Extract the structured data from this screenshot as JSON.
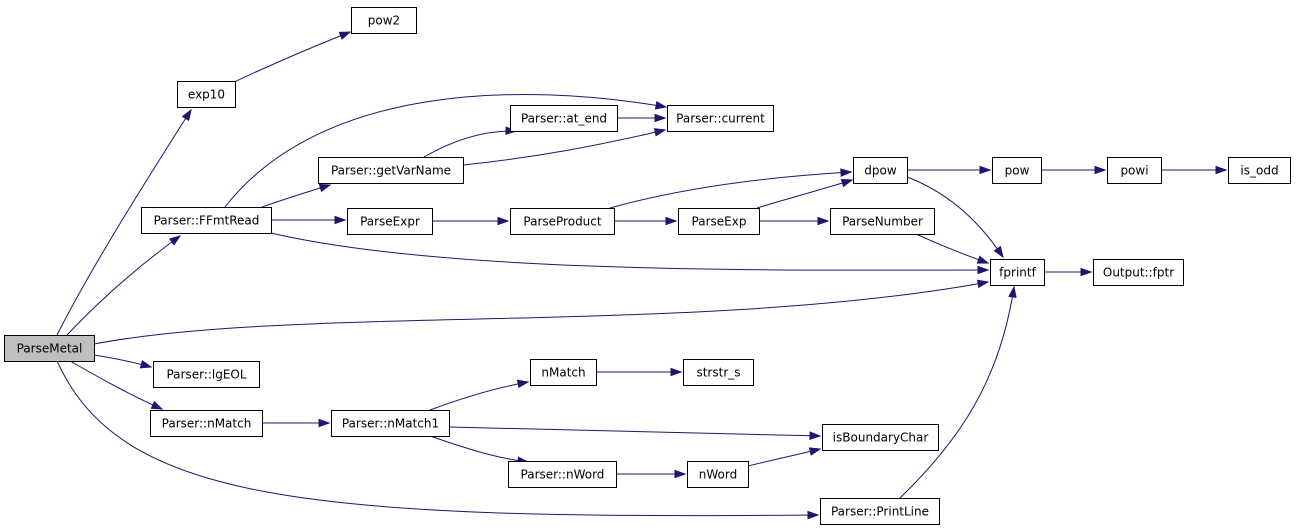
{
  "graph": {
    "edge_color": "#191970",
    "root_fill": "#bfbfbf",
    "nodes": {
      "ParseMetal": "ParseMetal",
      "exp10": "exp10",
      "pow2": "pow2",
      "FFmtRead": "Parser::FFmtRead",
      "lgEOL": "Parser::lgEOL",
      "nMatchP": "Parser::nMatch",
      "current": "Parser::current",
      "at_end": "Parser::at_end",
      "getVarName": "Parser::getVarName",
      "ParseExpr": "ParseExpr",
      "ParseProduct": "ParseProduct",
      "ParseExp": "ParseExp",
      "ParseNumber": "ParseNumber",
      "dpow": "dpow",
      "pow": "pow",
      "powi": "powi",
      "is_odd": "is_odd",
      "fprintf": "fprintf",
      "fptr": "Output::fptr",
      "nMatch1": "Parser::nMatch1",
      "nMatch": "nMatch",
      "strstr_s": "strstr_s",
      "isBoundaryChar": "isBoundaryChar",
      "nWordP": "Parser::nWord",
      "nWord": "nWord",
      "PrintLine": "Parser::PrintLine"
    },
    "edges": [
      [
        "ParseMetal",
        "exp10"
      ],
      [
        "exp10",
        "pow2"
      ],
      [
        "ParseMetal",
        "FFmtRead"
      ],
      [
        "ParseMetal",
        "fprintf"
      ],
      [
        "ParseMetal",
        "lgEOL"
      ],
      [
        "ParseMetal",
        "nMatchP"
      ],
      [
        "ParseMetal",
        "PrintLine"
      ],
      [
        "FFmtRead",
        "current"
      ],
      [
        "FFmtRead",
        "getVarName"
      ],
      [
        "FFmtRead",
        "ParseExpr"
      ],
      [
        "FFmtRead",
        "fprintf"
      ],
      [
        "getVarName",
        "at_end"
      ],
      [
        "getVarName",
        "current"
      ],
      [
        "at_end",
        "current"
      ],
      [
        "ParseExpr",
        "ParseProduct"
      ],
      [
        "ParseProduct",
        "dpow"
      ],
      [
        "ParseProduct",
        "ParseExp"
      ],
      [
        "ParseExp",
        "dpow"
      ],
      [
        "ParseExp",
        "ParseNumber"
      ],
      [
        "ParseNumber",
        "fprintf"
      ],
      [
        "dpow",
        "pow"
      ],
      [
        "dpow",
        "fprintf"
      ],
      [
        "pow",
        "powi"
      ],
      [
        "powi",
        "is_odd"
      ],
      [
        "fprintf",
        "fptr"
      ],
      [
        "nMatchP",
        "nMatch1"
      ],
      [
        "nMatch1",
        "nMatch"
      ],
      [
        "nMatch1",
        "isBoundaryChar"
      ],
      [
        "nMatch1",
        "nWordP"
      ],
      [
        "nMatch",
        "strstr_s"
      ],
      [
        "nWordP",
        "nWord"
      ],
      [
        "nWord",
        "isBoundaryChar"
      ],
      [
        "PrintLine",
        "fprintf"
      ]
    ]
  }
}
